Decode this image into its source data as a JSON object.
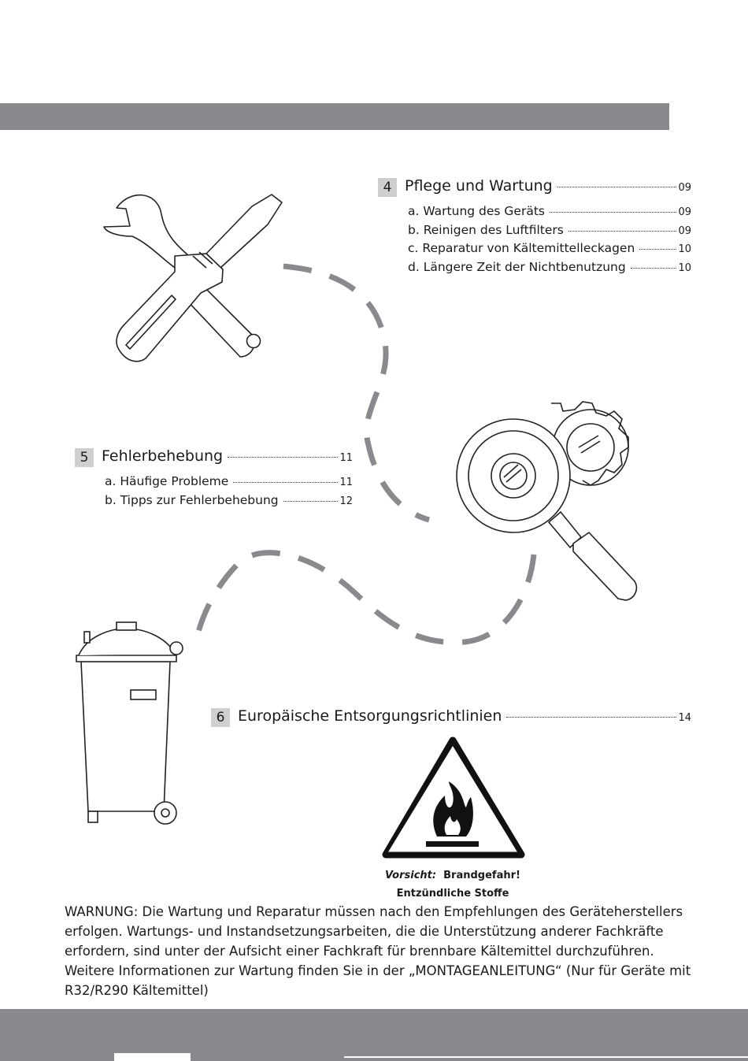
{
  "sections": [
    {
      "number": "4",
      "title": "Pflege und Wartung",
      "page": "09",
      "items": [
        {
          "label": "a. Wartung des Geräts",
          "page": "09"
        },
        {
          "label": "b. Reinigen des Luftfilters",
          "page": "09"
        },
        {
          "label": "c. Reparatur von Kältemittelleckagen",
          "page": "10"
        },
        {
          "label": "d. Längere Zeit der Nichtbenutzung",
          "page": "10"
        }
      ]
    },
    {
      "number": "5",
      "title": "Fehlerbehebung",
      "page": "11",
      "items": [
        {
          "label": "a. Häufige Probleme",
          "page": "11"
        },
        {
          "label": "b. Tipps zur Fehlerbehebung",
          "page": "12"
        }
      ]
    },
    {
      "number": "6",
      "title": "Europäische Entsorgungsrichtlinien",
      "page": "14",
      "items": []
    }
  ],
  "caution": {
    "label": "Vorsicht:",
    "text": "Brandgefahr!",
    "subtext": "Entzündliche Stoffe"
  },
  "warning_text": "WARNUNG: Die Wartung und Reparatur müssen nach den Empfehlungen des Geräteherstellers erfolgen. Wartungs- und Instandsetzungsarbeiten, die die Unterstützung anderer Fachkräfte erfordern, sind unter der Aufsicht einer Fachkraft für brennbare Kältemittel durchzuführen. Weitere Informationen zur Wartung finden Sie in der „MONTAGEANLEITUNG“ (Nur für Geräte mit R32/R290 Kältemittel)",
  "icons": [
    "wrench-screwdriver-icon",
    "magnifier-gears-icon",
    "waste-bin-icon",
    "flammable-warning-icon"
  ],
  "colors": {
    "header_bar": "#8a898d",
    "number_box": "#cfcfcf",
    "dash_path": "#8a898d"
  }
}
